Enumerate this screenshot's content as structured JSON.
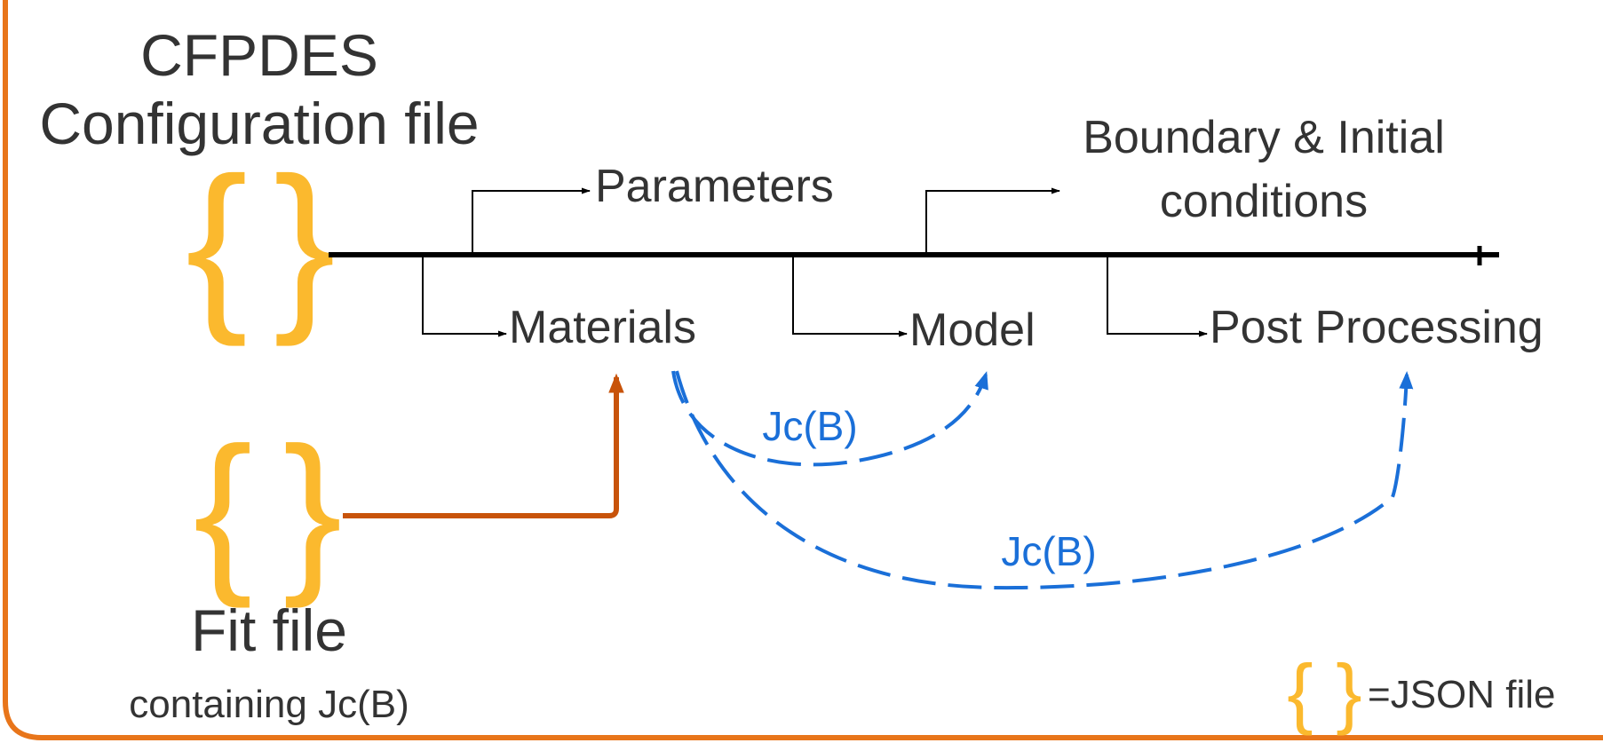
{
  "config_file": {
    "title_line1": "CFPDES",
    "title_line2": "Configuration file",
    "brace_open": "{",
    "brace_close": "}"
  },
  "sections": {
    "parameters": "Parameters",
    "boundary_line1": "Boundary & Initial",
    "boundary_line2": "conditions",
    "materials": "Materials",
    "model": "Model",
    "post_processing": "Post Processing"
  },
  "fit_file": {
    "brace_open": "{",
    "brace_close": "}",
    "title": "Fit file",
    "subtitle": "containing Jc(B)"
  },
  "flows": {
    "jc_to_model": "Jc(B)",
    "jc_to_post": "Jc(B)"
  },
  "legend": {
    "brace_open": "{",
    "brace_close": "}",
    "text": "=JSON file"
  },
  "colors": {
    "frame": "#e8751a",
    "brace": "#fbb92e",
    "text": "#333333",
    "line": "#000000",
    "fit_arrow": "#c8530a",
    "dashed": "#1a6fd8"
  }
}
